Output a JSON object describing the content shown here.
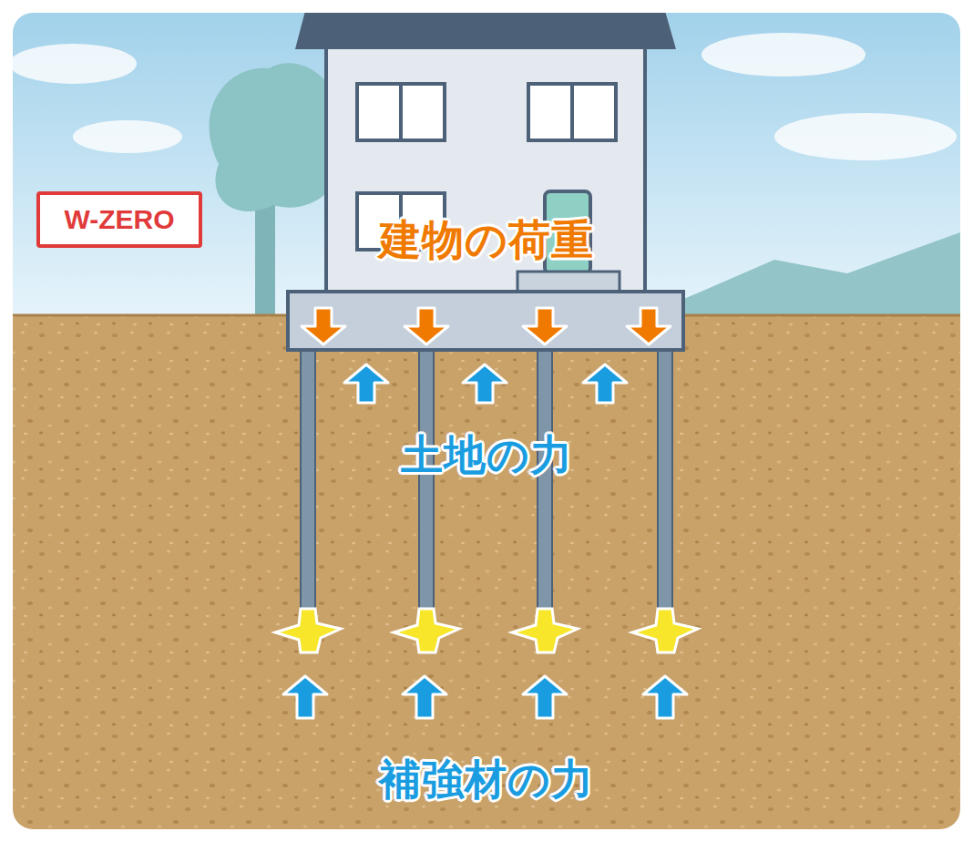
{
  "diagram": {
    "nodes": [
      {
        "text": [
          "W-ZERO"
        ]
      }
    ],
    "labels": [
      "建物の荷重",
      "土地の力",
      "補強材の力"
    ]
  }
}
